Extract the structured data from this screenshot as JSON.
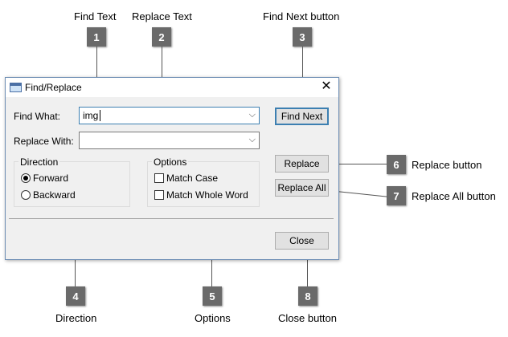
{
  "callouts": {
    "find_text": {
      "num": "1",
      "label": "Find Text"
    },
    "replace_text": {
      "num": "2",
      "label": "Replace Text"
    },
    "find_next": {
      "num": "3",
      "label": "Find Next button"
    },
    "direction": {
      "num": "4",
      "label": "Direction"
    },
    "options": {
      "num": "5",
      "label": "Options"
    },
    "replace_btn": {
      "num": "6",
      "label": "Replace button"
    },
    "replace_all": {
      "num": "7",
      "label": "Replace All button"
    },
    "close": {
      "num": "8",
      "label": "Close button"
    }
  },
  "dialog": {
    "title": "Find/Replace",
    "close_glyph": "✕",
    "find_label": "Find What:",
    "find_value": "img",
    "replace_label": "Replace With:",
    "replace_value": "",
    "dropdown_glyph": "⌵",
    "direction": {
      "title": "Direction",
      "forward": "Forward",
      "backward": "Backward",
      "selected": "Forward"
    },
    "options": {
      "title": "Options",
      "match_case": "Match Case",
      "match_whole_word": "Match Whole Word",
      "match_case_checked": false,
      "match_whole_word_checked": false
    },
    "buttons": {
      "find_next": "Find Next",
      "replace": "Replace",
      "replace_all": "Replace All",
      "close": "Close"
    }
  },
  "colors": {
    "badge": "#6a6a6a",
    "accent_border": "#3c7fb1",
    "dialog_bg": "#f0f0f0"
  }
}
